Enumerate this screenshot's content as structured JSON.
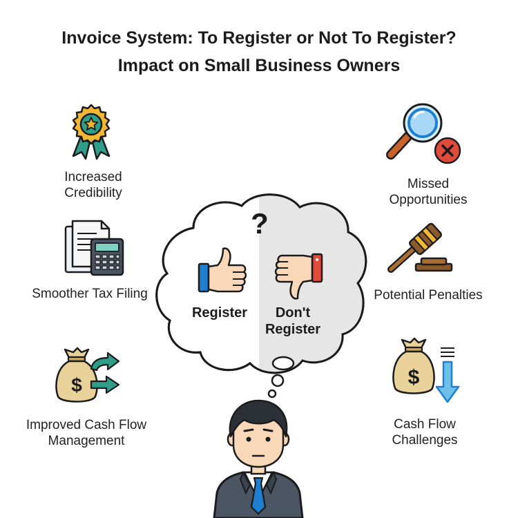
{
  "title": {
    "line1": "Invoice System: To Register or Not To Register?",
    "line2": "Impact on Small Business Owners"
  },
  "left_items": [
    {
      "line1": "Increased",
      "line2": "Credibility",
      "icon": "rosette-badge-icon"
    },
    {
      "line1": "Smoother Tax Filing",
      "icon": "documents-calculator-icon"
    },
    {
      "line1": "Improved Cash Flow",
      "line2": "Management",
      "icon": "money-bag-arrows-icon"
    }
  ],
  "right_items": [
    {
      "line1": "Missed",
      "line2": "Opportunities",
      "icon": "magnifier-x-icon"
    },
    {
      "line1": "Potential Penalties",
      "icon": "gavel-icon"
    },
    {
      "line1": "Cash Flow",
      "line2": "Challenges",
      "icon": "money-bag-down-arrow-icon"
    }
  ],
  "bubble": {
    "question": "?",
    "register": "Register",
    "dont_register_1": "Don't",
    "dont_register_2": "Register"
  },
  "colors": {
    "gold": "#f2b733",
    "teal": "#2e9e8a",
    "blue": "#1e7fd1",
    "red": "#e04b3c",
    "brown": "#8a5a2b",
    "bag": "#e9d29a"
  }
}
